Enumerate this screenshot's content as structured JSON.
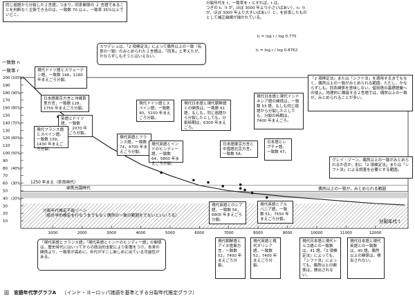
{
  "chart_data": {
    "type": "line",
    "title": "言語年代学グラフA",
    "subtitle": "（インド・ヨーロッパ諸語を基準とする分裂年代推定グラフ）",
    "figure_label": "図",
    "xlabel": "分裂年代 t",
    "ylabel_left": "一致数 n",
    "ylabel_right": "一致率 r",
    "xlim": [
      0,
      13000
    ],
    "ylim": [
      0,
      200
    ],
    "x_ticks": [
      1000,
      2000,
      3000,
      4000,
      5000,
      6000,
      7000,
      8000,
      9000,
      10000,
      11000,
      12000
    ],
    "y_ticks": [
      10,
      20,
      30,
      40,
      50,
      60,
      70,
      80,
      90,
      100,
      110,
      120,
      130,
      140,
      150,
      160,
      170,
      180,
      190,
      200
    ],
    "rate_ticks": [
      "(100%)",
      "(90%)",
      "(80%)",
      "(70%)",
      "(60%)",
      "(50%)",
      "(40%)",
      "(30%)",
      "(20%)"
    ],
    "series": [
      {
        "x": [
          0,
          1000,
          2000,
          3000,
          4000,
          5000,
          6000,
          7000,
          8000,
          9000,
          10000,
          11000,
          12000,
          13000
        ],
        "y": [
          200,
          162,
          131,
          106,
          85,
          70,
          57,
          50,
          46,
          42,
          39,
          36,
          33,
          31
        ]
      }
    ],
    "points": [
      {
        "x": 1180,
        "y": 148
      },
      {
        "x": 1750,
        "y": 128
      },
      {
        "x": 2070,
        "y": 126
      },
      {
        "x": 1430,
        "y": 139
      },
      {
        "x": 5150,
        "y": 90
      },
      {
        "x": 4700,
        "y": 74
      },
      {
        "x": 5800,
        "y": 64
      },
      {
        "x": 6300,
        "y": 61
      },
      {
        "x": 7400,
        "y": 58
      },
      {
        "x": 7400,
        "y": 53
      },
      {
        "x": 7800,
        "y": 47
      },
      {
        "x": 6800,
        "y": 56
      },
      {
        "x": 7550,
        "y": 51
      },
      {
        "x": 8300,
        "y": 41
      }
    ],
    "bands": [
      {
        "label": "偶然以上の一致が，みとめられる範囲",
        "y0": 40,
        "y1": 48
      },
      {
        "label": "分裂年代推定不能ゾーン（統計学的検定を行なうまでもなく偶然の一致の範囲をでないといいうる）",
        "y0": 0,
        "y1": 33
      }
    ],
    "reference_lines": [
      {
        "label": "1250 年まえ（奈良時代）",
        "y": 57
      },
      {
        "label": "邪馬台国時代",
        "y": 49
      }
    ],
    "annotations": [
      {
        "id": "top_formula",
        "text": "分裂年代を t，一致率を r とすれば，t は，\nつぎの t₁（t が，ほぼ 3000 年より小さいばあい），t₂（t が，ほぼ 3000 年より大きいばあい）と，を折衷したものとして補正曲線が描かれている。"
      },
      {
        "id": "formula1",
        "text": "t₁ = log r / log 0.775"
      },
      {
        "id": "formula2",
        "text": "t₂ = log r / log 0.8762"
      },
      {
        "id": "top_left",
        "text": "同じ祖語から分裂した２言語，つまり，同系関係の ２ 言語であることを判断なく主張できるのは，一致数 70 以上，一致率 35％以上でいどこ。"
      },
      {
        "id": "swadesh",
        "text": "スワデシュは，「2 項検定法」によって偶然以上の一致（有意の一致）のみとめられた２言語は，「同系」と考えたが，かならずしもそうとはいえない。"
      },
      {
        "id": "de_sv",
        "text": "現代ドイツ語とスウェーデン語，一致数 148，1180 年まえごろ分裂。"
      },
      {
        "id": "ja_ok",
        "text": "日本語東京方言と沖縄首里方言，一致数 128，1750 年まえごろ分裂。"
      },
      {
        "id": "en_de",
        "text": "英語とドイツ語，一致数 126，2070 年まえごろ分裂。"
      },
      {
        "id": "fr_es",
        "text": "現代フランス語とスペイン語，一致数 139，1430 年まえごろ分裂。"
      },
      {
        "id": "de_es",
        "text": "現代ドイツ語とスペイン語，一致数 90，5150 年まえごろ分裂。"
      },
      {
        "id": "en_fr",
        "text": "現代英語とフランス語，一致数 74，4700 年まえごろ分裂。"
      },
      {
        "id": "en_hi",
        "text": "現代英語とインドのヒンディー語，一致数 64，5800 年まえごろ分裂。"
      },
      {
        "id": "ja_ko",
        "text": "現代日本語と現代朝鮮語との関係は，一致数 61 語，もしも，同じ祖語から分裂したとしても，分裂時期は，6300 年まえごろ。"
      },
      {
        "id": "ja_cn",
        "text": "日本語東京方言と中国語北京方言，一致数 58。"
      },
      {
        "id": "ja_ind",
        "text": "現代日本語と現代インドネシア語の関係は，一致数 53 語，もしも同じ祖語から分裂したとしても，分裂の時期は，7400 年まえごろ。"
      },
      {
        "id": "ja_lep",
        "text": "日本語とレプチャ語，一致数 47。"
      },
      {
        "id": "binom",
        "text": "「2 項検定法」または「シフト法」を適用するまでもなく，偶然以上の一致がみとめられる範囲。ただし，かならずしも，同系関係を意味しない。借用語の基礎語彙への侵入。地理的に隣接する２言語では，偶然以上の一致が，みとめられることが多い。"
      },
      {
        "id": "gray",
        "text": "グレイ・ゾーン。偶然以上の一致がみとめられるか否か，別に「2 項検定法」または「シフト法」による調査を必要とする範囲。"
      },
      {
        "id": "en_ru",
        "text": "現代英語とロシア語，一致数 56，6800 年まえごろ分裂。"
      },
      {
        "id": "en_al",
        "text": "現代英語とアルバニア語，一致数 51，7550 年まえごろ分裂。"
      },
      {
        "id": "ja_ai",
        "text": "現代朝鮮語とアイヌ語東方言，一致数 52，7400 年まえごろ分裂。"
      },
      {
        "id": "en_gr",
        "text": "現代英語と現代ギリシア語，一致数 52，7400 年まえごろ分裂。"
      },
      {
        "id": "ja_tr",
        "text": "現代日本語と現代トルコ語との一致数は，41 語。「2 項検定法」によっても，「シフト法」によっても，偶然以上の関係は，検出されない。"
      },
      {
        "id": "ja_en",
        "text": "現代日本語と現代英語との一致数は，40 語。偶然以上の関係は，検出されない。"
      },
      {
        "id": "bottom_left",
        "text": "「現代英語とフランス語」「現代英語とインドのヒンディー語」の関係は，歴史時代にはいってからの政治的支配により影響をうけ，本来の関係より，一致率が高めに，年代がすこし新しめに出ている可能性がある。"
      }
    ]
  }
}
